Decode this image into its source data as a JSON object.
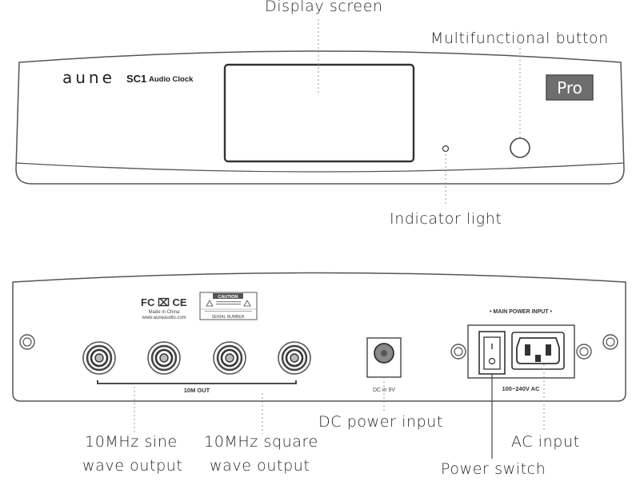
{
  "front_panel": {
    "brand": "aune",
    "model": "SC1",
    "product": "Audio Clock",
    "badge": "Pro"
  },
  "rear_panel": {
    "main_power_label": "• MAIN POWER INPUT •",
    "voltage_label": "100~240V AC",
    "dc_label": "DC in 9V",
    "output_label": "10M OUT",
    "cert_marks": "FC ⌧ CE",
    "made_in": "Made in China",
    "website": "www.auneaudio.com",
    "caution_title": "CAUTION",
    "serial_label": "SERIAL NUMBER"
  },
  "callouts": {
    "display_screen": "Display screen",
    "multifunctional_button": "Multifunctional button",
    "indicator_light": "Indicator light",
    "sine_line1": "10MHz sine",
    "sine_line2": "wave output",
    "square_line1": "10MHz square",
    "square_line2": "wave output",
    "dc_power_input": "DC power input",
    "ac_input": "AC input",
    "power_switch": "Power switch"
  },
  "colors": {
    "outline": "#555555",
    "badge_bg": "#6e6e6e",
    "leader": "#9a9a9a"
  }
}
